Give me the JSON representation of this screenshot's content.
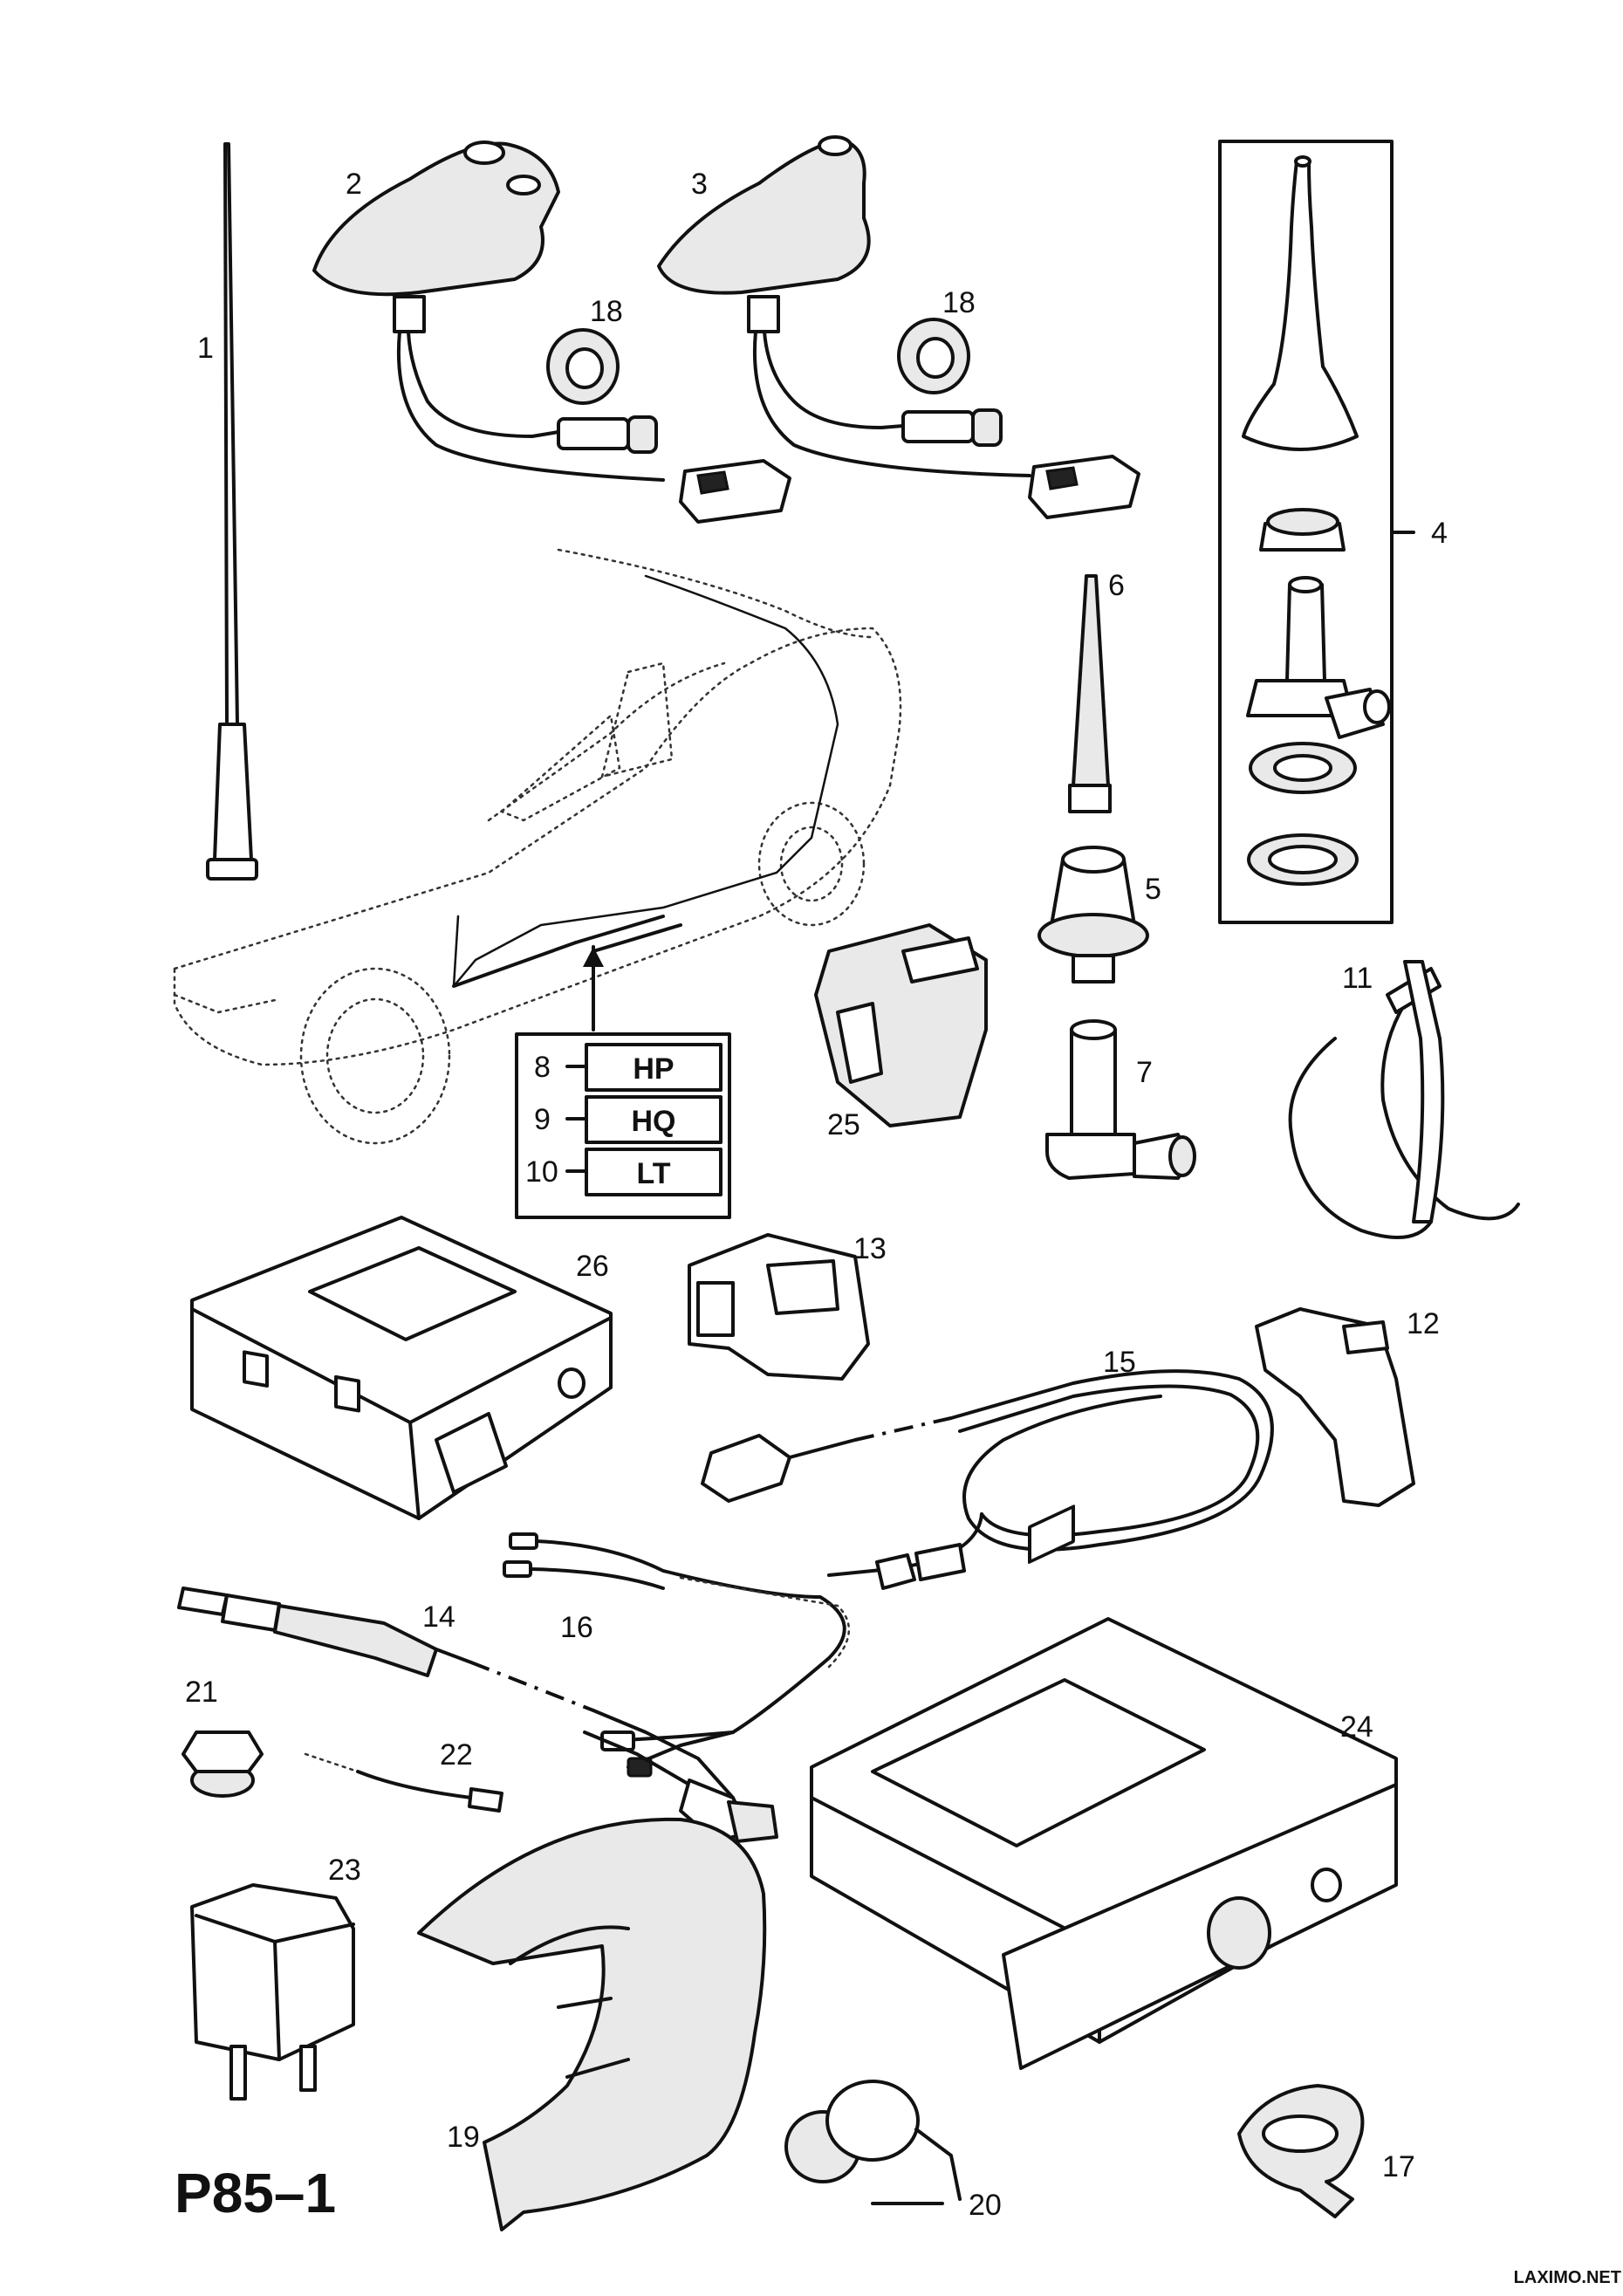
{
  "diagram_id": "P85–1",
  "watermark": "LAXIMO.NET",
  "callouts": {
    "c1": "1",
    "c2": "2",
    "c3": "3",
    "c4": "4",
    "c5": "5",
    "c6": "6",
    "c7": "7",
    "c8": "8",
    "c9": "9",
    "c10": "10",
    "c11": "11",
    "c12": "12",
    "c13": "13",
    "c14": "14",
    "c15": "15",
    "c16": "16",
    "c17": "17",
    "c18a": "18",
    "c18b": "18",
    "c19": "19",
    "c20": "20",
    "c21": "21",
    "c22": "22",
    "c23": "23",
    "c24": "24",
    "c25": "25",
    "c26": "26"
  },
  "variant_codes": [
    "HP",
    "HQ",
    "LT"
  ]
}
